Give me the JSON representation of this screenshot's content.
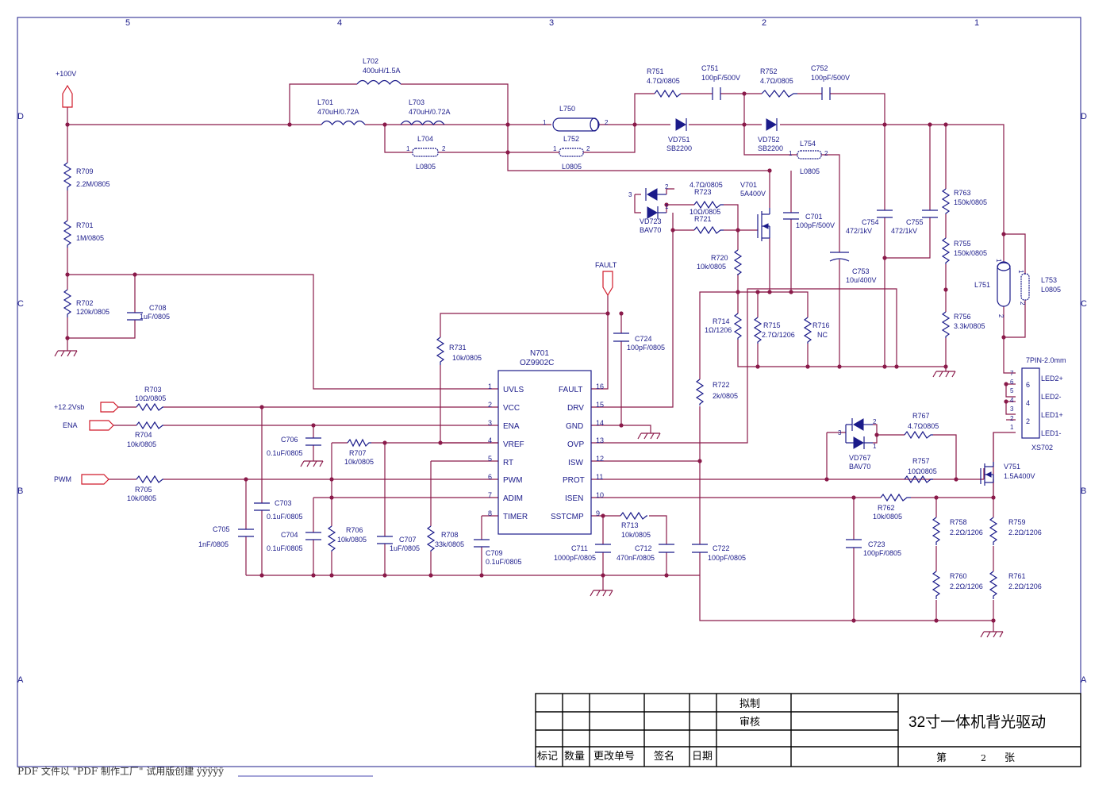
{
  "border": {
    "columns": [
      "5",
      "4",
      "3",
      "2",
      "1"
    ],
    "rows": [
      "D",
      "C",
      "B",
      "A"
    ]
  },
  "rails": {
    "v100": "+100V",
    "v12": "+12.2Vsb",
    "ena": "ENA",
    "pwm": "PWM",
    "fault": "FAULT"
  },
  "ic": {
    "ref": "N701",
    "part": "OZ9902C",
    "left_pins": [
      {
        "num": "1",
        "name": "UVLS"
      },
      {
        "num": "2",
        "name": "VCC"
      },
      {
        "num": "3",
        "name": "ENA"
      },
      {
        "num": "4",
        "name": "VREF"
      },
      {
        "num": "5",
        "name": "RT"
      },
      {
        "num": "6",
        "name": "PWM"
      },
      {
        "num": "7",
        "name": "ADIM"
      },
      {
        "num": "8",
        "name": "TIMER"
      }
    ],
    "right_pins": [
      {
        "num": "16",
        "name": "FAULT"
      },
      {
        "num": "15",
        "name": "DRV"
      },
      {
        "num": "14",
        "name": "GND"
      },
      {
        "num": "13",
        "name": "OVP"
      },
      {
        "num": "12",
        "name": "ISW"
      },
      {
        "num": "11",
        "name": "PROT"
      },
      {
        "num": "10",
        "name": "ISEN"
      },
      {
        "num": "9",
        "name": "SSTCMP"
      }
    ]
  },
  "parts": {
    "L702": {
      "ref": "L702",
      "val": "400uH/1.5A"
    },
    "L701": {
      "ref": "L701",
      "val": "470uH/0.72A"
    },
    "L703": {
      "ref": "L703",
      "val": "470uH/0.72A"
    },
    "L704": {
      "ref": "L704",
      "val": "L0805"
    },
    "L750": {
      "ref": "L750",
      "val": ""
    },
    "L752": {
      "ref": "L752",
      "val": "L0805"
    },
    "L754": {
      "ref": "L754",
      "val": "L0805"
    },
    "L751": {
      "ref": "L751",
      "val": ""
    },
    "L753": {
      "ref": "L753",
      "val": "L0805"
    },
    "R751": {
      "ref": "R751",
      "val": "4.7Ω/0805"
    },
    "C751": {
      "ref": "C751",
      "val": "100pF/500V"
    },
    "R752": {
      "ref": "R752",
      "val": "4.7Ω/0805"
    },
    "C752": {
      "ref": "C752",
      "val": "100pF/500V"
    },
    "VD751": {
      "ref": "VD751",
      "val": "SB2200"
    },
    "VD752": {
      "ref": "VD752",
      "val": "SB2200"
    },
    "R709": {
      "ref": "R709",
      "val": "2.2M/0805"
    },
    "R701": {
      "ref": "R701",
      "val": "1M/0805"
    },
    "R702": {
      "ref": "R702",
      "val": "120k/0805"
    },
    "C708": {
      "ref": "C708",
      "val": "1uF/0805"
    },
    "VD723": {
      "ref": "VD723",
      "val": "BAV70"
    },
    "R723": {
      "ref": "R723",
      "val": "4.7Ω/0805"
    },
    "R721": {
      "ref": "R721",
      "val": "10Ω/0805"
    },
    "V701": {
      "ref": "V701",
      "val": "5A400V"
    },
    "C701": {
      "ref": "C701",
      "val": "100pF/500V"
    },
    "C754": {
      "ref": "C754",
      "val": "472/1kV"
    },
    "C755": {
      "ref": "C755",
      "val": "472/1kV"
    },
    "R763": {
      "ref": "R763",
      "val": "150k/0805"
    },
    "R755": {
      "ref": "R755",
      "val": "150k/0805"
    },
    "R756": {
      "ref": "R756",
      "val": "3.3k/0805"
    },
    "C753": {
      "ref": "C753",
      "val": "10u/400V"
    },
    "R720": {
      "ref": "R720",
      "val": "10k/0805"
    },
    "R714": {
      "ref": "R714",
      "val": "1Ω/1206"
    },
    "R715": {
      "ref": "R715",
      "val": "2.7Ω/1206"
    },
    "R716": {
      "ref": "R716",
      "val": "NC"
    },
    "R731": {
      "ref": "R731",
      "val": "10k/0805"
    },
    "C724": {
      "ref": "C724",
      "val": "100pF/0805"
    },
    "R722": {
      "ref": "R722",
      "val": "2k/0805"
    },
    "R703": {
      "ref": "R703",
      "val": "10Ω/0805"
    },
    "R704": {
      "ref": "R704",
      "val": "10k/0805"
    },
    "R705": {
      "ref": "R705",
      "val": "10k/0805"
    },
    "C706": {
      "ref": "C706",
      "val": "0.1uF/0805"
    },
    "R707": {
      "ref": "R707",
      "val": "10k/0805"
    },
    "C703": {
      "ref": "C703",
      "val": "0.1uF/0805"
    },
    "C705": {
      "ref": "C705",
      "val": "1nF/0805"
    },
    "C704": {
      "ref": "C704",
      "val": "0.1uF/0805"
    },
    "R706": {
      "ref": "R706",
      "val": "10k/0805"
    },
    "C707": {
      "ref": "C707",
      "val": "1uF/0805"
    },
    "R708": {
      "ref": "R708",
      "val": "33k/0805"
    },
    "C709": {
      "ref": "C709",
      "val": "0.1uF/0805"
    },
    "R713": {
      "ref": "R713",
      "val": "10k/0805"
    },
    "C711": {
      "ref": "C711",
      "val": "1000pF/0805"
    },
    "C712": {
      "ref": "C712",
      "val": "470nF/0805"
    },
    "C722": {
      "ref": "C722",
      "val": "100pF/0805"
    },
    "VD767": {
      "ref": "VD767",
      "val": "BAV70"
    },
    "R767": {
      "ref": "R767",
      "val": "4.7Ω0805"
    },
    "R757": {
      "ref": "R757",
      "val": "10Ω0805"
    },
    "V751": {
      "ref": "V751",
      "val": "1.5A400V"
    },
    "R762": {
      "ref": "R762",
      "val": "10k/0805"
    },
    "C723": {
      "ref": "C723",
      "val": "100pF/0805"
    },
    "R758": {
      "ref": "R758",
      "val": "2.2Ω/1206"
    },
    "R759": {
      "ref": "R759",
      "val": "2.2Ω/1206"
    },
    "R760": {
      "ref": "R760",
      "val": "2.2Ω/1206"
    },
    "R761": {
      "ref": "R761",
      "val": "2.2Ω/1206"
    }
  },
  "connector": {
    "ref": "XS702",
    "type": "7PIN-2.0mm",
    "pins": [
      "7",
      "6",
      "5",
      "4",
      "3",
      "2",
      "1"
    ],
    "labels": [
      "LED2+",
      "LED2-",
      "LED1+",
      "LED1-"
    ]
  },
  "pin_numbers": {
    "one": "1",
    "two": "2",
    "three": "3"
  },
  "title_block": {
    "draw": "拟制",
    "review": "审核",
    "title": "32寸一体机背光驱动",
    "mark": "标记",
    "qty": "数量",
    "change_no": "更改单号",
    "sign": "签名",
    "date": "日期",
    "sheet_prefix": "第",
    "sheet_no": "2",
    "sheet_suffix": "张"
  },
  "footer": "PDF 文件以 \"PDF 制作工厂\" 试用版创建 ÿÿÿÿÿ",
  "colors": {
    "wire": "#8a1a4a",
    "component": "#1b1b8a",
    "flag": "#d01a2a"
  }
}
